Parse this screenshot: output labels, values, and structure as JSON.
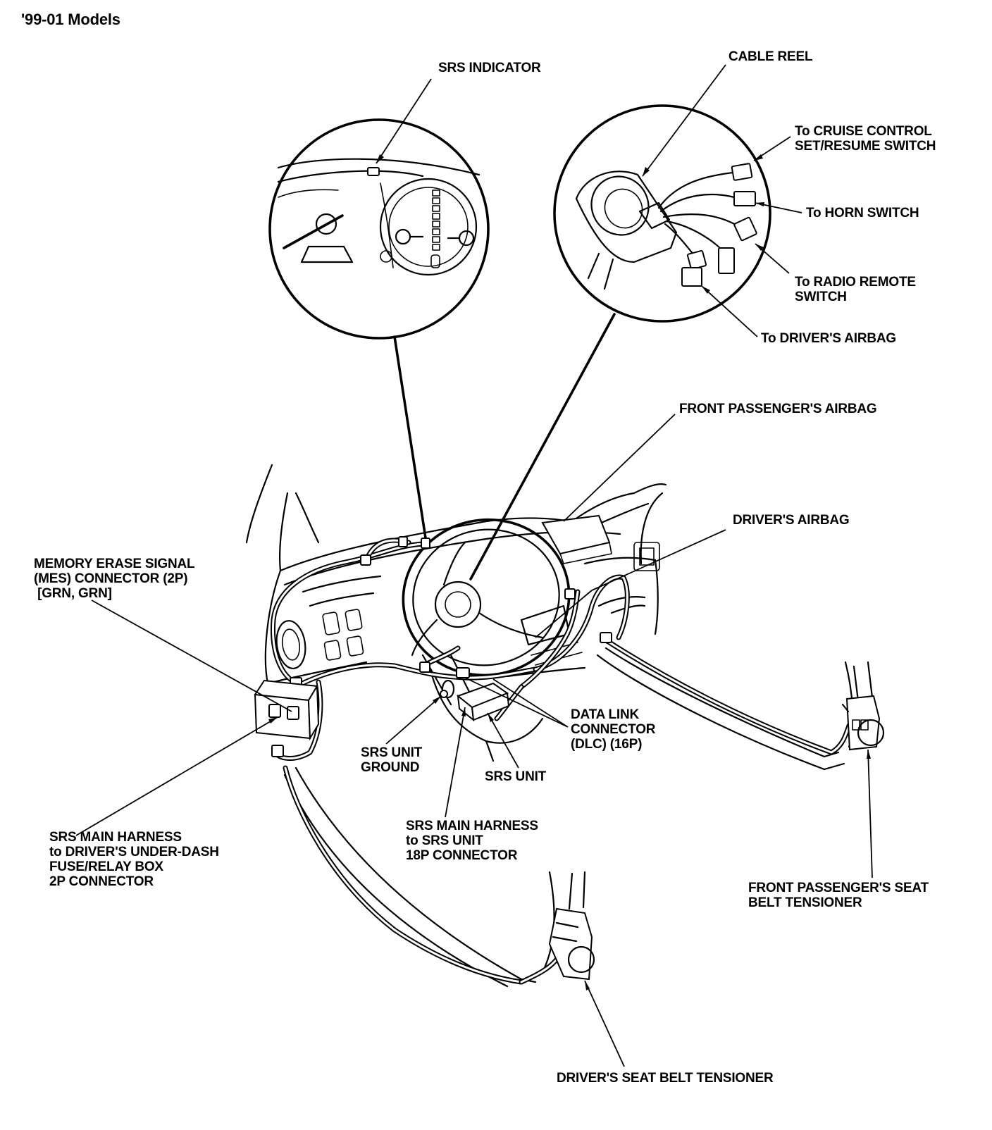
{
  "title": "'99-01 Models",
  "labels": {
    "srs_indicator": "SRS INDICATOR",
    "cable_reel": "CABLE REEL",
    "cruise_control": "To CRUISE CONTROL\nSET/RESUME SWITCH",
    "horn_switch": "To HORN SWITCH",
    "radio_remote": "To RADIO REMOTE\nSWITCH",
    "drivers_airbag_conn": "To DRIVER'S AIRBAG",
    "front_passenger_airbag": "FRONT PASSENGER'S AIRBAG",
    "drivers_airbag": "DRIVER'S AIRBAG",
    "mes_connector": "MEMORY ERASE SIGNAL\n(MES) CONNECTOR (2P)\n [GRN, GRN]",
    "data_link_connector": "DATA LINK\nCONNECTOR\n(DLC) (16P)",
    "srs_unit_ground": "SRS UNIT\nGROUND",
    "srs_unit": "SRS UNIT",
    "main_harness_fuse_box": "SRS MAIN HARNESS\nto DRIVER'S UNDER-DASH\nFUSE/RELAY BOX\n2P CONNECTOR",
    "main_harness_18p": "SRS MAIN HARNESS\nto SRS UNIT\n18P CONNECTOR",
    "front_passenger_tensioner": "FRONT PASSENGER'S SEAT\nBELT TENSIONER",
    "driver_tensioner": "DRIVER'S SEAT BELT TENSIONER"
  }
}
